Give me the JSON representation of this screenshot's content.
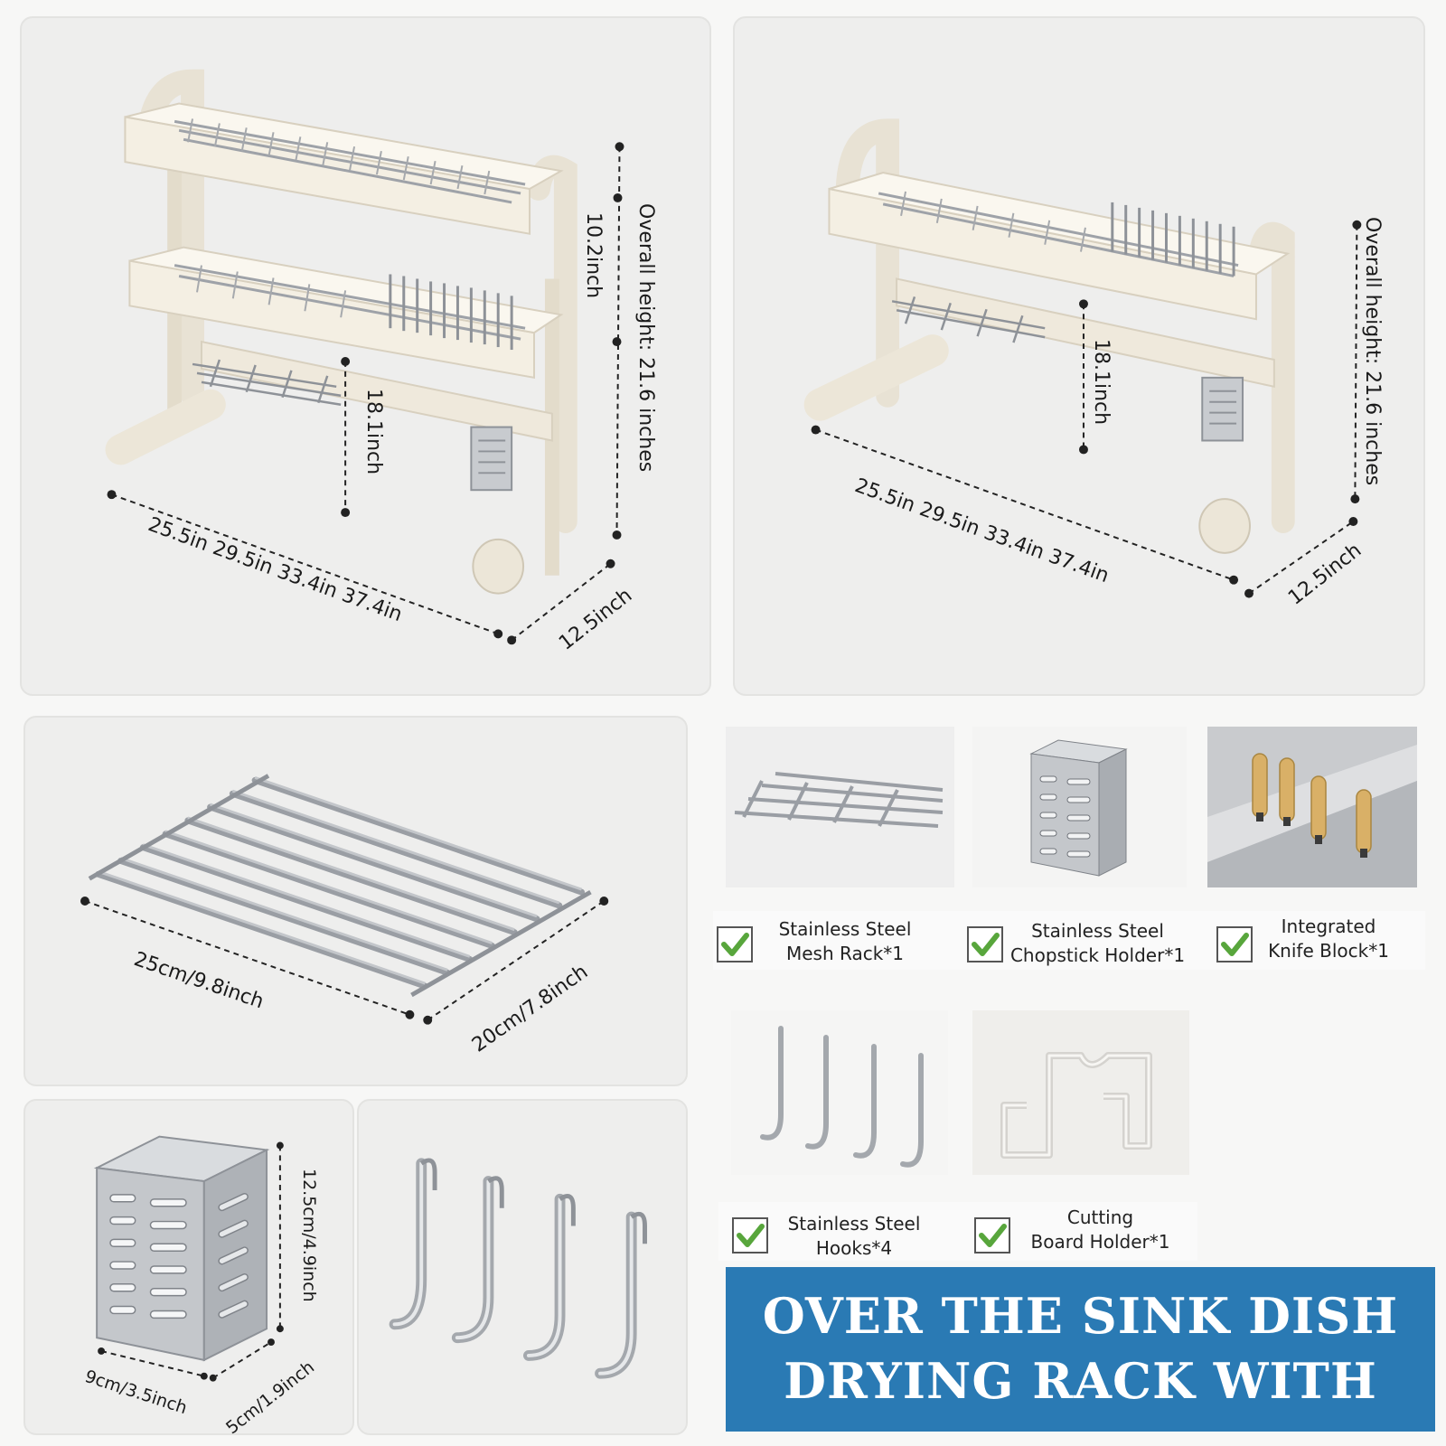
{
  "rack_panel_1": {
    "width_options": "25.5in 29.5in 33.4in 37.4in",
    "depth": "12.5inch",
    "overall_height": "Overall height: 21.6 inches",
    "tier_height": "10.2inch",
    "inner_height": "18.1inch"
  },
  "rack_panel_2": {
    "width_options": "25.5in 29.5in 33.4in 37.4in",
    "depth": "12.5inch",
    "overall_height": "Overall height: 21.6 inches",
    "inner_height": "18.1inch"
  },
  "mesh_rack_panel": {
    "length": "25cm/9.8inch",
    "width": "20cm/7.8inch"
  },
  "holder_panel": {
    "height": "12.5cm/4.9inch",
    "width": "9cm/3.5inch",
    "depth": "5cm/1.9inch"
  },
  "accessories": [
    {
      "label": "Stainless Steel\nMesh Rack*1"
    },
    {
      "label": "Stainless Steel\nChopstick Holder*1"
    },
    {
      "label": "Integrated\nKnife Block*1"
    },
    {
      "label": "Stainless Steel\nHooks*4"
    },
    {
      "label": "Cutting\nBoard Holder*1"
    }
  ],
  "banner": {
    "line1": "OVER THE SINK DISH",
    "line2": "DRYING RACK WITH"
  },
  "colors": {
    "banner": "#2a7ab4",
    "check": "#58a63c",
    "rack_frame": "#f1ece0",
    "steel": "#b9bcc0"
  }
}
